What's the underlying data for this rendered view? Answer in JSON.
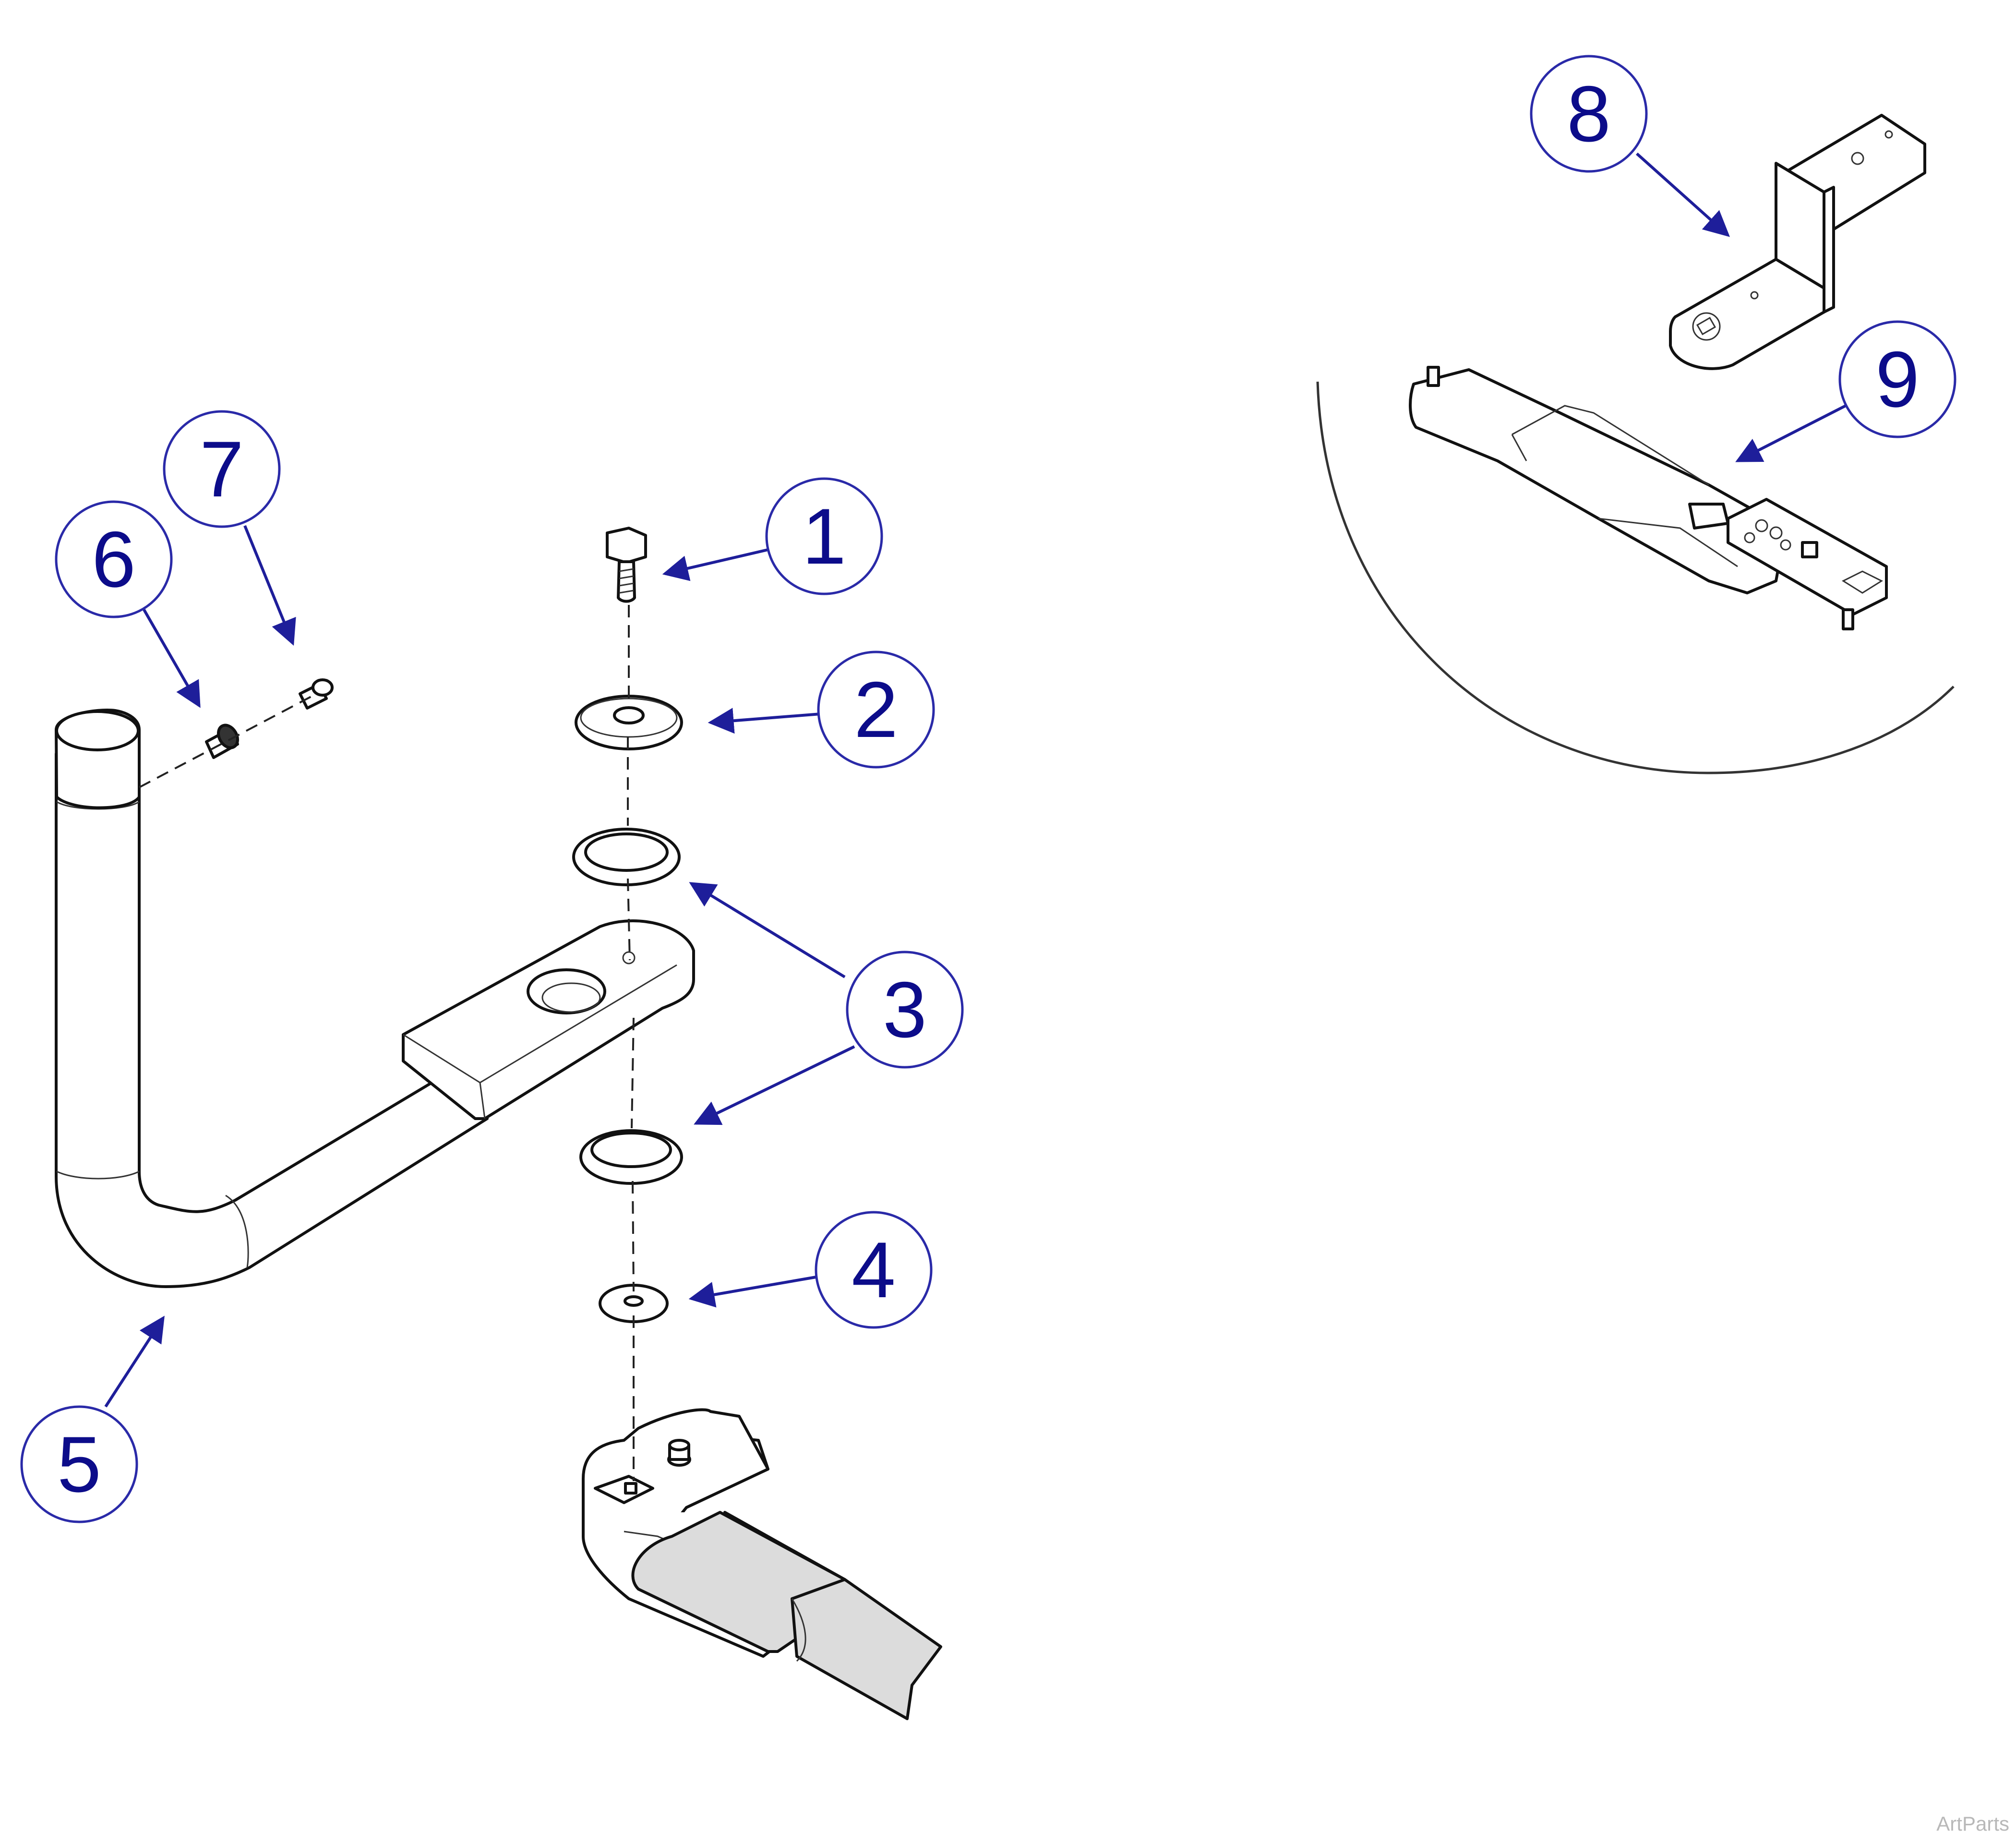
{
  "callouts": [
    {
      "id": "1",
      "label": "1"
    },
    {
      "id": "2",
      "label": "2"
    },
    {
      "id": "3",
      "label": "3"
    },
    {
      "id": "4",
      "label": "4"
    },
    {
      "id": "5",
      "label": "5"
    },
    {
      "id": "6",
      "label": "6"
    },
    {
      "id": "7",
      "label": "7"
    },
    {
      "id": "8",
      "label": "8"
    },
    {
      "id": "9",
      "label": "9"
    }
  ],
  "watermark": "ArtParts",
  "colors": {
    "callout": "#0c0c8a",
    "line": "#111111",
    "shade": "#dcdcdc"
  }
}
